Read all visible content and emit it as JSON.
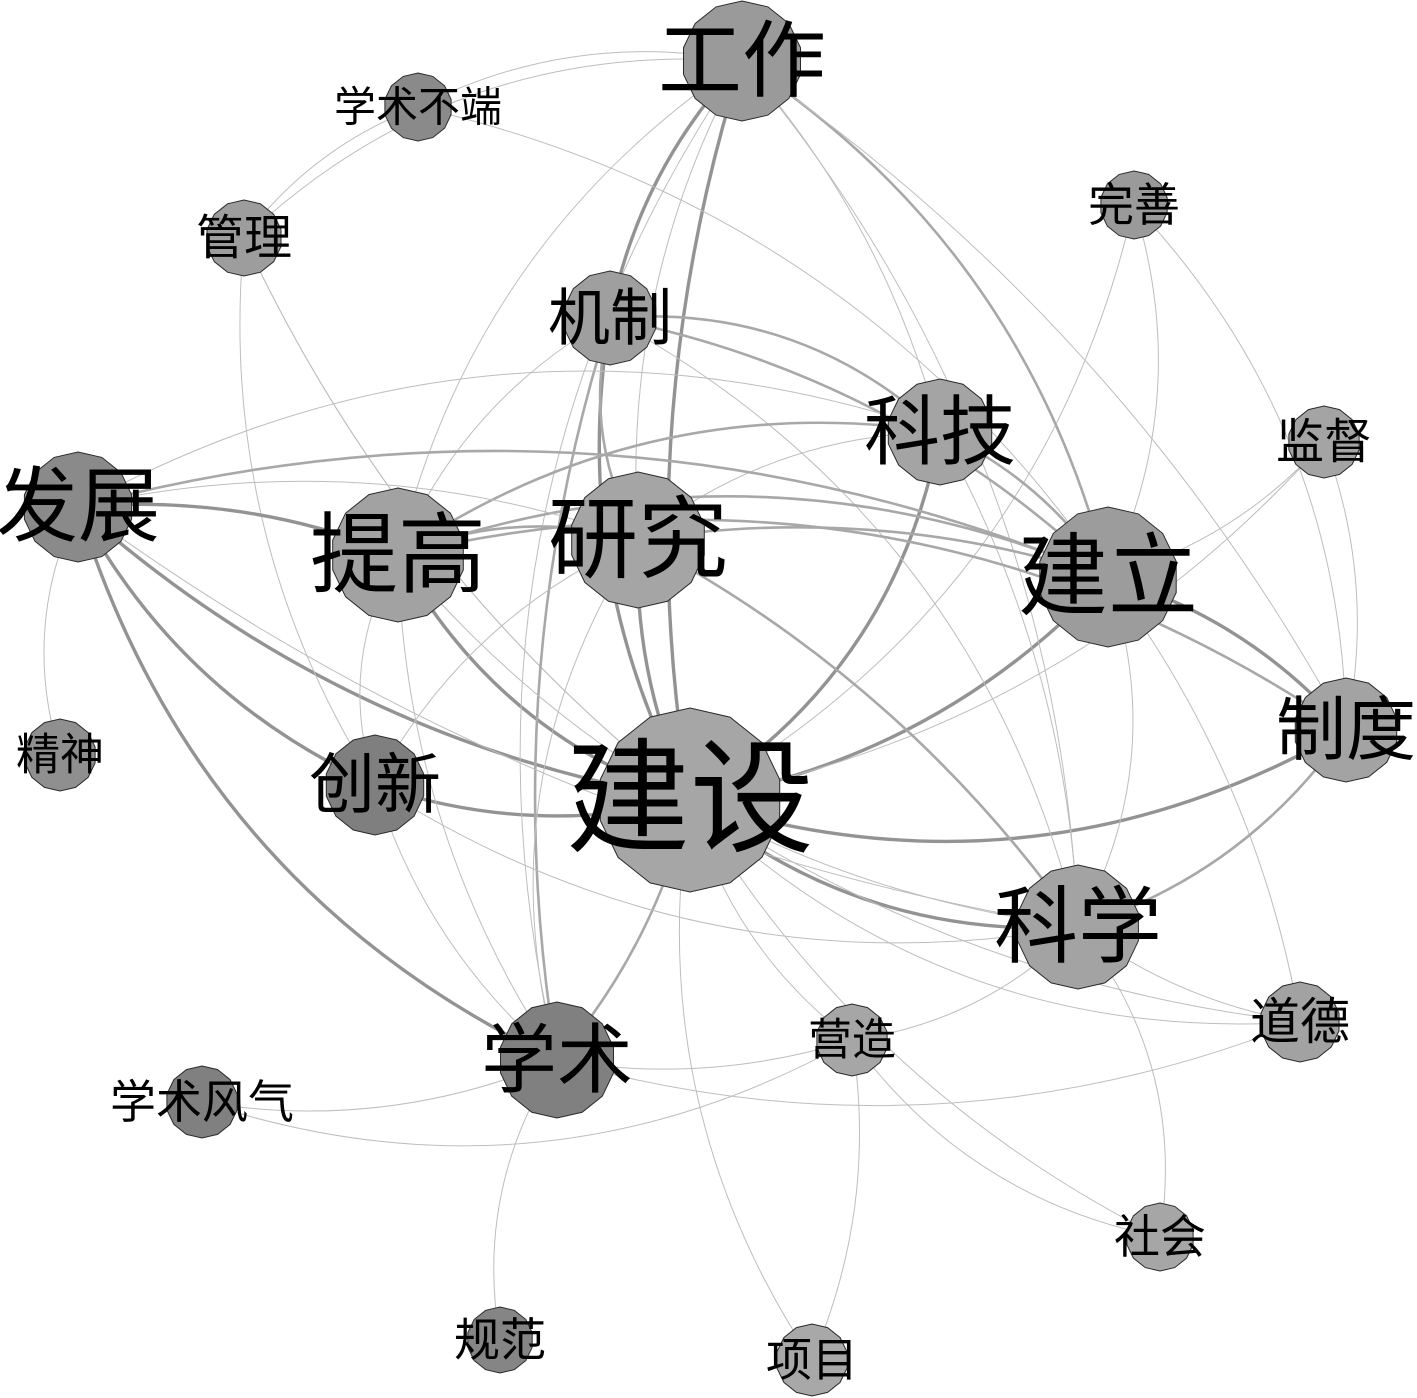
{
  "network": {
    "nodes": [
      {
        "id": "gongzuo",
        "label": "工作"
      },
      {
        "id": "xueshubuduan",
        "label": "学术不端"
      },
      {
        "id": "guanli",
        "label": "管理"
      },
      {
        "id": "jizhi",
        "label": "机制"
      },
      {
        "id": "wanshan",
        "label": "完善"
      },
      {
        "id": "keji",
        "label": "科技"
      },
      {
        "id": "jiandu",
        "label": "监督"
      },
      {
        "id": "fazhan",
        "label": "发展"
      },
      {
        "id": "tigao",
        "label": "提高"
      },
      {
        "id": "yanjiu",
        "label": "研究"
      },
      {
        "id": "jianli",
        "label": "建立"
      },
      {
        "id": "zhidu",
        "label": "制度"
      },
      {
        "id": "jingshen",
        "label": "精神"
      },
      {
        "id": "chuangxin",
        "label": "创新"
      },
      {
        "id": "jianshe",
        "label": "建设"
      },
      {
        "id": "kexue",
        "label": "科学"
      },
      {
        "id": "daode",
        "label": "道德"
      },
      {
        "id": "yingzao",
        "label": "营造"
      },
      {
        "id": "xueshu",
        "label": "学术"
      },
      {
        "id": "xueshufengqi",
        "label": "学术风气"
      },
      {
        "id": "shehui",
        "label": "社会"
      },
      {
        "id": "guifan",
        "label": "规范"
      },
      {
        "id": "xiangmu",
        "label": "项目"
      }
    ],
    "edges": [
      {
        "source": "jianshe",
        "target": "gongzuo",
        "weight": 3
      },
      {
        "source": "jianshe",
        "target": "jizhi",
        "weight": 3
      },
      {
        "source": "jianshe",
        "target": "keji",
        "weight": 3
      },
      {
        "source": "jianshe",
        "target": "fazhan",
        "weight": 3
      },
      {
        "source": "jianshe",
        "target": "tigao",
        "weight": 3
      },
      {
        "source": "jianshe",
        "target": "yanjiu",
        "weight": 3
      },
      {
        "source": "jianshe",
        "target": "jianli",
        "weight": 3
      },
      {
        "source": "jianshe",
        "target": "zhidu",
        "weight": 3
      },
      {
        "source": "jianshe",
        "target": "chuangxin",
        "weight": 3
      },
      {
        "source": "jianshe",
        "target": "kexue",
        "weight": 3
      },
      {
        "source": "jianshe",
        "target": "xueshu",
        "weight": 2
      },
      {
        "source": "jianshe",
        "target": "yingzao",
        "weight": 1
      },
      {
        "source": "jianshe",
        "target": "daode",
        "weight": 1
      },
      {
        "source": "jianshe",
        "target": "shehui",
        "weight": 1
      },
      {
        "source": "jianshe",
        "target": "xiangmu",
        "weight": 1
      },
      {
        "source": "jianshe",
        "target": "guanli",
        "weight": 1
      },
      {
        "source": "jianshe",
        "target": "jiandu",
        "weight": 1
      },
      {
        "source": "jianshe",
        "target": "wanshan",
        "weight": 1
      },
      {
        "source": "gongzuo",
        "target": "jizhi",
        "weight": 3
      },
      {
        "source": "gongzuo",
        "target": "jianli",
        "weight": 2
      },
      {
        "source": "gongzuo",
        "target": "keji",
        "weight": 1
      },
      {
        "source": "gongzuo",
        "target": "xueshubuduan",
        "weight": 1
      },
      {
        "source": "gongzuo",
        "target": "guanli",
        "weight": 1
      },
      {
        "source": "gongzuo",
        "target": "yanjiu",
        "weight": 1
      },
      {
        "source": "gongzuo",
        "target": "tigao",
        "weight": 1
      },
      {
        "source": "gongzuo",
        "target": "zhidu",
        "weight": 1
      },
      {
        "source": "gongzuo",
        "target": "kexue",
        "weight": 1
      },
      {
        "source": "gongzuo",
        "target": "xueshu",
        "weight": 1
      },
      {
        "source": "xueshubuduan",
        "target": "guanli",
        "weight": 1
      },
      {
        "source": "xueshubuduan",
        "target": "jianli",
        "weight": 1
      },
      {
        "source": "guanli",
        "target": "jianshe",
        "weight": 1
      },
      {
        "source": "guanli",
        "target": "chuangxin",
        "weight": 1
      },
      {
        "source": "jizhi",
        "target": "keji",
        "weight": 2
      },
      {
        "source": "jizhi",
        "target": "jianli",
        "weight": 2
      },
      {
        "source": "jizhi",
        "target": "yanjiu",
        "weight": 2
      },
      {
        "source": "jizhi",
        "target": "xueshu",
        "weight": 2
      },
      {
        "source": "jizhi",
        "target": "tigao",
        "weight": 1
      },
      {
        "source": "jizhi",
        "target": "kexue",
        "weight": 1
      },
      {
        "source": "keji",
        "target": "jianli",
        "weight": 2
      },
      {
        "source": "keji",
        "target": "tigao",
        "weight": 2
      },
      {
        "source": "keji",
        "target": "kexue",
        "weight": 1
      },
      {
        "source": "keji",
        "target": "yanjiu",
        "weight": 1
      },
      {
        "source": "keji",
        "target": "fazhan",
        "weight": 1
      },
      {
        "source": "jianli",
        "target": "zhidu",
        "weight": 3
      },
      {
        "source": "jianli",
        "target": "tigao",
        "weight": 2
      },
      {
        "source": "jianli",
        "target": "yanjiu",
        "weight": 2
      },
      {
        "source": "jianli",
        "target": "fazhan",
        "weight": 2
      },
      {
        "source": "jianli",
        "target": "kexue",
        "weight": 1
      },
      {
        "source": "jianli",
        "target": "jiandu",
        "weight": 1
      },
      {
        "source": "jianli",
        "target": "wanshan",
        "weight": 1
      },
      {
        "source": "jianli",
        "target": "daode",
        "weight": 1
      },
      {
        "source": "zhidu",
        "target": "kexue",
        "weight": 2
      },
      {
        "source": "zhidu",
        "target": "tigao",
        "weight": 2
      },
      {
        "source": "zhidu",
        "target": "jiandu",
        "weight": 1
      },
      {
        "source": "zhidu",
        "target": "wanshan",
        "weight": 1
      },
      {
        "source": "fazhan",
        "target": "tigao",
        "weight": 3
      },
      {
        "source": "fazhan",
        "target": "chuangxin",
        "weight": 3
      },
      {
        "source": "fazhan",
        "target": "xueshu",
        "weight": 3
      },
      {
        "source": "fazhan",
        "target": "yanjiu",
        "weight": 1
      },
      {
        "source": "fazhan",
        "target": "jingshen",
        "weight": 1
      },
      {
        "source": "fazhan",
        "target": "kexue",
        "weight": 1
      },
      {
        "source": "tigao",
        "target": "yanjiu",
        "weight": 2
      },
      {
        "source": "tigao",
        "target": "chuangxin",
        "weight": 1
      },
      {
        "source": "tigao",
        "target": "xueshu",
        "weight": 1
      },
      {
        "source": "tigao",
        "target": "kexue",
        "weight": 1
      },
      {
        "source": "yanjiu",
        "target": "kexue",
        "weight": 2
      },
      {
        "source": "yanjiu",
        "target": "chuangxin",
        "weight": 1
      },
      {
        "source": "yanjiu",
        "target": "xueshu",
        "weight": 1
      },
      {
        "source": "chuangxin",
        "target": "xueshu",
        "weight": 1
      },
      {
        "source": "chuangxin",
        "target": "kexue",
        "weight": 1
      },
      {
        "source": "kexue",
        "target": "daode",
        "weight": 1
      },
      {
        "source": "kexue",
        "target": "yingzao",
        "weight": 1
      },
      {
        "source": "kexue",
        "target": "shehui",
        "weight": 1
      },
      {
        "source": "xueshu",
        "target": "xueshufengqi",
        "weight": 1
      },
      {
        "source": "xueshu",
        "target": "guifan",
        "weight": 1
      },
      {
        "source": "xueshu",
        "target": "yingzao",
        "weight": 1
      },
      {
        "source": "xueshu",
        "target": "daode",
        "weight": 1
      },
      {
        "source": "yingzao",
        "target": "xueshufengqi",
        "weight": 1
      },
      {
        "source": "yingzao",
        "target": "xiangmu",
        "weight": 1
      },
      {
        "source": "yingzao",
        "target": "shehui",
        "weight": 1
      },
      {
        "source": "daode",
        "target": "jianshe",
        "weight": 1
      }
    ]
  }
}
